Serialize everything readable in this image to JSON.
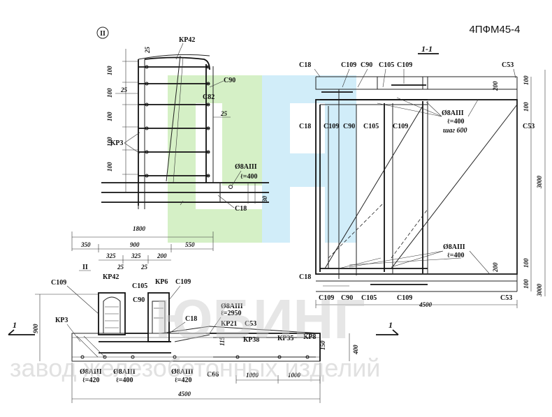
{
  "drawing": {
    "title": "4ПФМ45-4",
    "section_marker": "1-1",
    "detail_marker": "II",
    "cut_marker": "1"
  },
  "detail": {
    "labels": [
      "КР42",
      "С90",
      "С82",
      "КР3",
      "Ø8АIII",
      "ℓ=400",
      "С18"
    ],
    "dims": [
      "25",
      "100",
      "100",
      "100",
      "100",
      "100",
      "25",
      "25",
      "30"
    ]
  },
  "plan": {
    "dims_top": [
      "1800",
      "350",
      "900",
      "550",
      "325",
      "325",
      "200",
      "25",
      "25"
    ],
    "labels": [
      "C109",
      "КР42",
      "С105",
      "КР6",
      "С109",
      "С90",
      "С18",
      "КР3",
      "КР21",
      "С53",
      "КР38",
      "КР35",
      "КР8",
      "С66"
    ],
    "rebar_notes": [
      {
        "d": "Ø8АIII",
        "l": "ℓ=2950"
      },
      {
        "d": "Ø8АIII",
        "l": "ℓ=420"
      },
      {
        "d": "Ø8АIII",
        "l": "ℓ=400"
      },
      {
        "d": "Ø8АIII",
        "l": "ℓ=420"
      }
    ],
    "dims_bottom": [
      "1000",
      "1000",
      "4500"
    ],
    "dims_side": [
      "900",
      "115",
      "150",
      "400"
    ]
  },
  "section": {
    "labels_top": [
      "С18",
      "С109",
      "С90",
      "С105",
      "С109",
      "С53"
    ],
    "labels_mid": [
      "С18",
      "С109",
      "С90",
      "С105",
      "С109",
      "С53"
    ],
    "labels_bottom": [
      "С18",
      "С109",
      "С90",
      "С105",
      "С109",
      "С53"
    ],
    "notes": [
      {
        "d": "Ø8АIII",
        "l": "ℓ=400",
        "extra": "шаг 600"
      },
      {
        "d": "Ø8АIII",
        "l": "ℓ=400",
        "extra": ""
      }
    ],
    "dims_right": [
      "100",
      "200",
      "100",
      "3000",
      "100",
      "200",
      "100",
      "3000"
    ],
    "dims_bottom": [
      "4500"
    ]
  },
  "watermark": {
    "text_big": "ЮБИНГ",
    "text_small": "завод железобетонных изделий",
    "colors": [
      "#b8e6a3",
      "#a9dcf3",
      "#d6d6d6"
    ]
  }
}
